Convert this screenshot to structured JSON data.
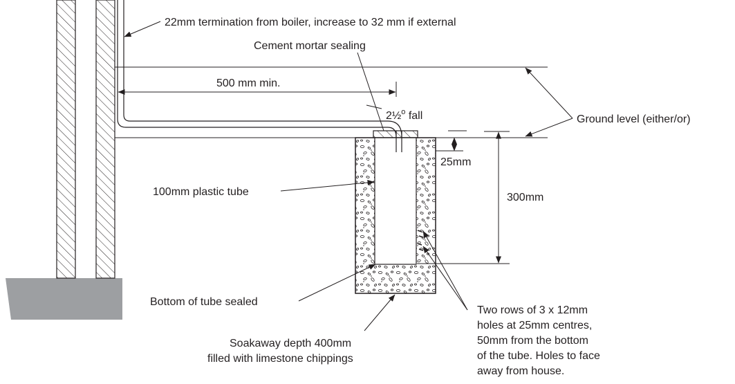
{
  "labels": {
    "termination": "22mm termination from boiler, increase to 32 mm if external",
    "sealing": "Cement mortar sealing",
    "min_distance": "500 mm min.",
    "fall_prefix": "2½",
    "fall_deg": "o",
    "fall_suffix": " fall",
    "ground_level": "Ground level (either/or)",
    "depth_25": "25mm",
    "tube": "100mm plastic tube",
    "depth_300": "300mm",
    "bottom_sealed": "Bottom of tube sealed",
    "holes": [
      "Two rows of 3 x 12mm",
      "holes at 25mm centres,",
      "50mm from the bottom",
      "of the tube. Holes to face",
      "away from house."
    ],
    "soakaway": [
      "Soakaway depth 400mm",
      "filled with limestone chippings"
    ]
  },
  "colors": {
    "ink": "#231f20",
    "foundation": "#9d9fa2",
    "background": "#ffffff"
  }
}
